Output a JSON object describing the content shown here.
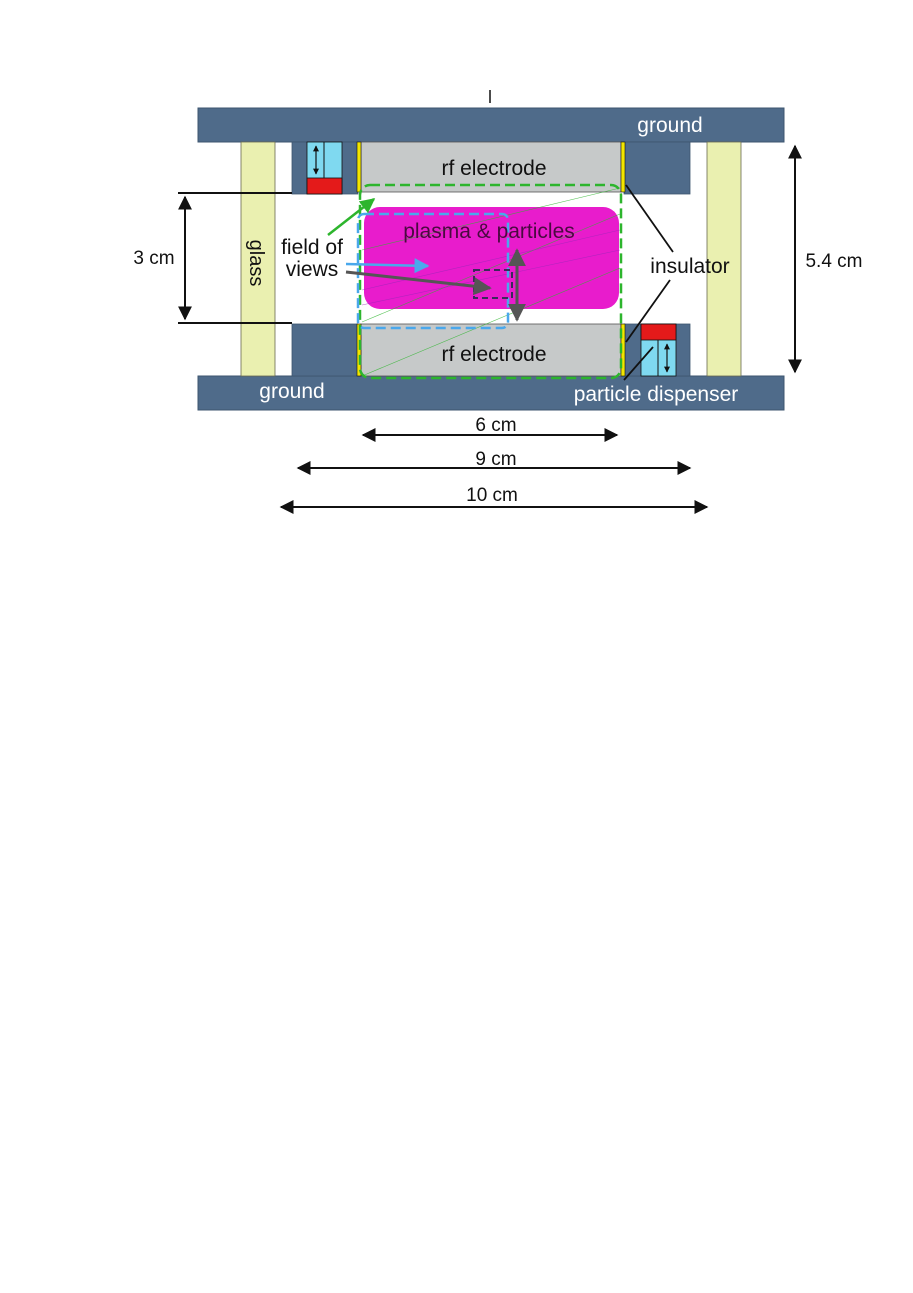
{
  "labels": {
    "ground_top": "ground",
    "ground_bottom": "ground",
    "rf_top": "rf electrode",
    "rf_bottom": "rf electrode",
    "plasma": "plasma & particles",
    "glass": "glass",
    "field_of_views_line1": "field of",
    "field_of_views_line2": "views",
    "insulator": "insulator",
    "particle_dispenser": "particle dispenser",
    "dim_3cm": "3 cm",
    "dim_5_4cm": "5.4 cm",
    "dim_6cm": "6 cm",
    "dim_9cm": "9 cm",
    "dim_10cm": "10 cm"
  },
  "colors": {
    "ground_plate": "#4f6b8a",
    "ground_edge": "#3d566f",
    "rf_electrode": "#c6c9c9",
    "glass": "#eaf0b0",
    "plasma": "#e81ccc",
    "dispenser_blue": "#7fd9f0",
    "dispenser_red": "#e41a1a",
    "fov_green": "#2db52d",
    "fov_blue": "#4aa8ec",
    "insulator_yellow": "#f3e600",
    "arrow": "#111111",
    "gray_arrow": "#555555",
    "label_on_dark": "#ffffff",
    "label": "#111111"
  }
}
